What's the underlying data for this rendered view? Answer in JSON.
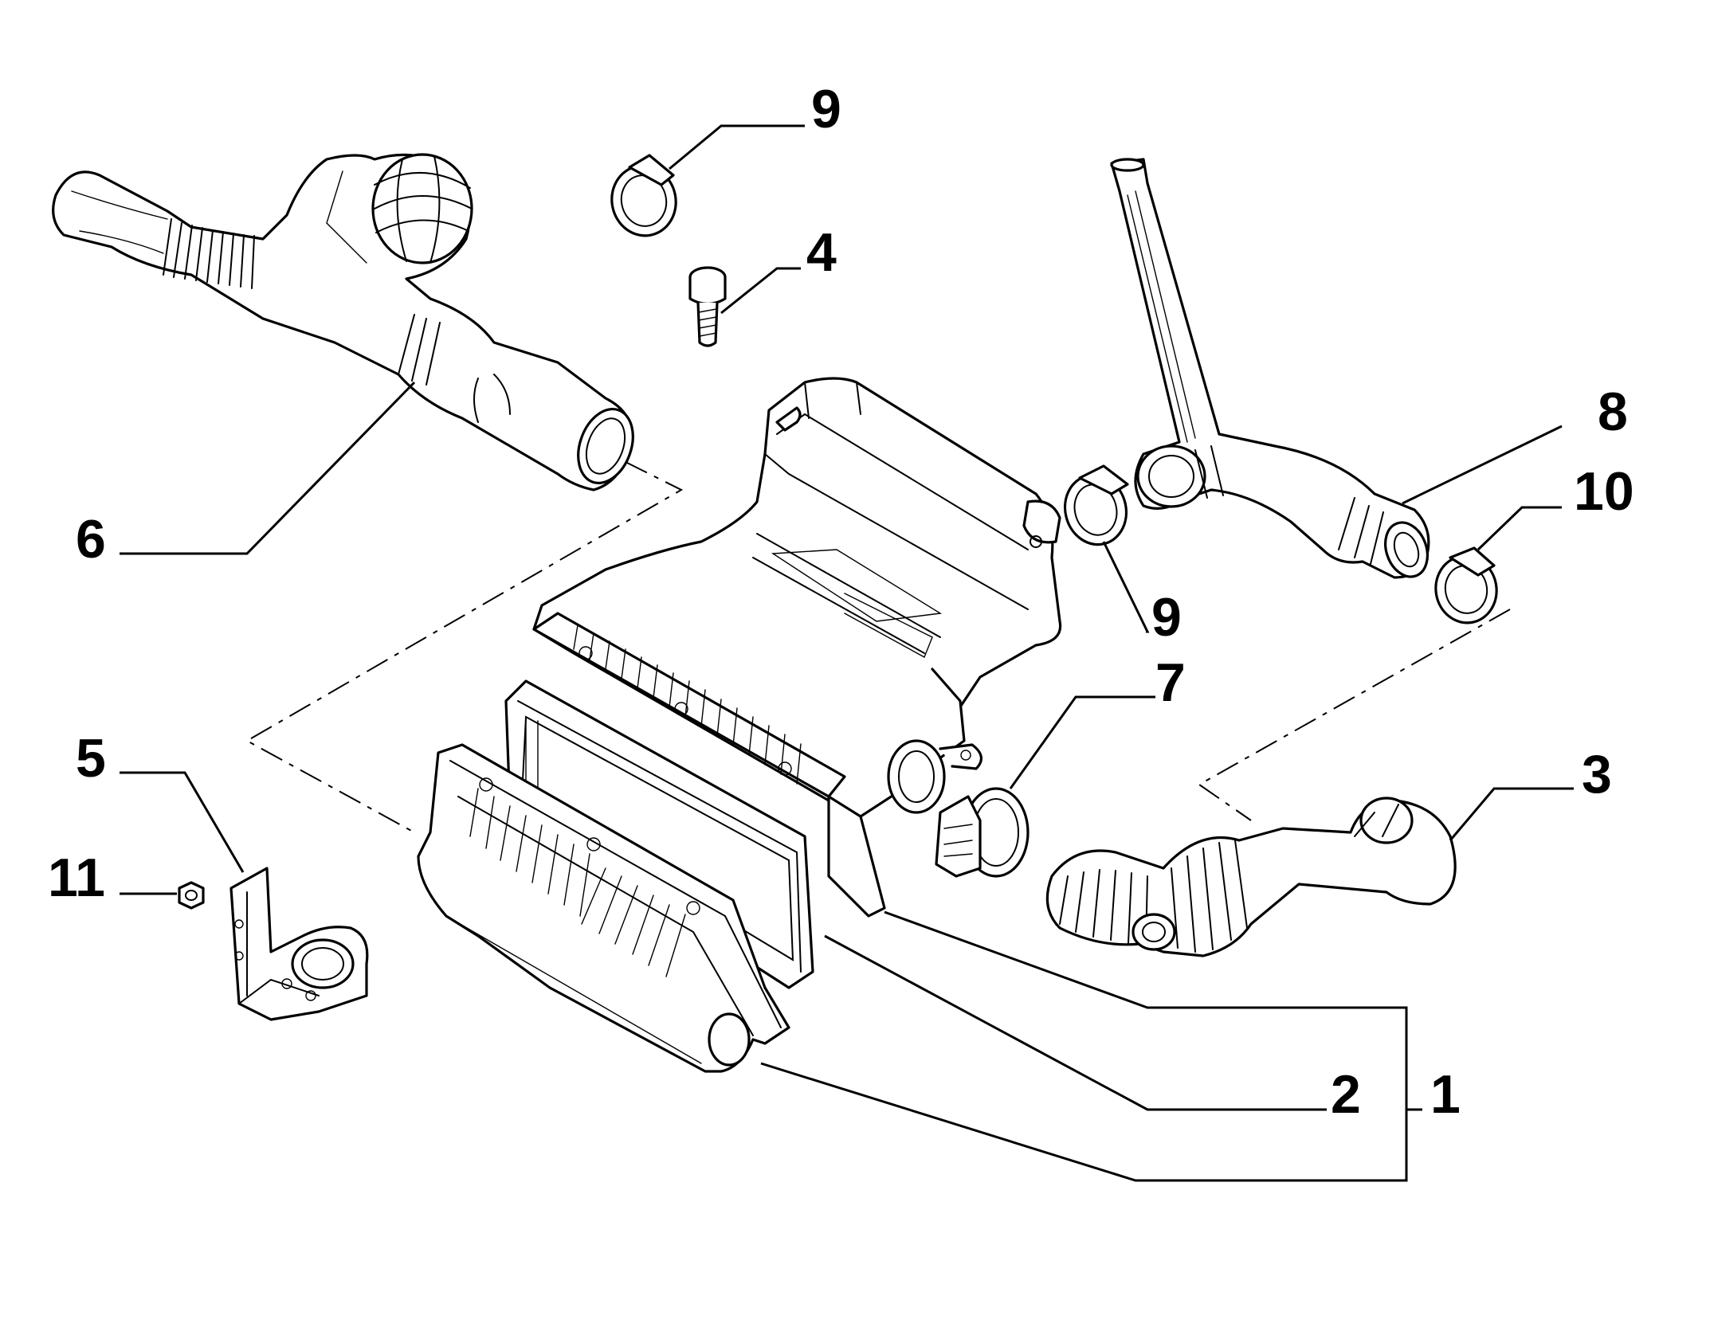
{
  "callouts": [
    {
      "id": "1",
      "label": "1"
    },
    {
      "id": "2",
      "label": "2"
    },
    {
      "id": "3",
      "label": "3"
    },
    {
      "id": "4",
      "label": "4"
    },
    {
      "id": "5",
      "label": "5"
    },
    {
      "id": "6",
      "label": "6"
    },
    {
      "id": "7",
      "label": "7"
    },
    {
      "id": "8",
      "label": "8"
    },
    {
      "id": "9a",
      "label": "9"
    },
    {
      "id": "9b",
      "label": "9"
    },
    {
      "id": "10",
      "label": "10"
    },
    {
      "id": "11",
      "label": "11"
    }
  ],
  "colors": {
    "line": "#000000",
    "background": "#ffffff"
  }
}
